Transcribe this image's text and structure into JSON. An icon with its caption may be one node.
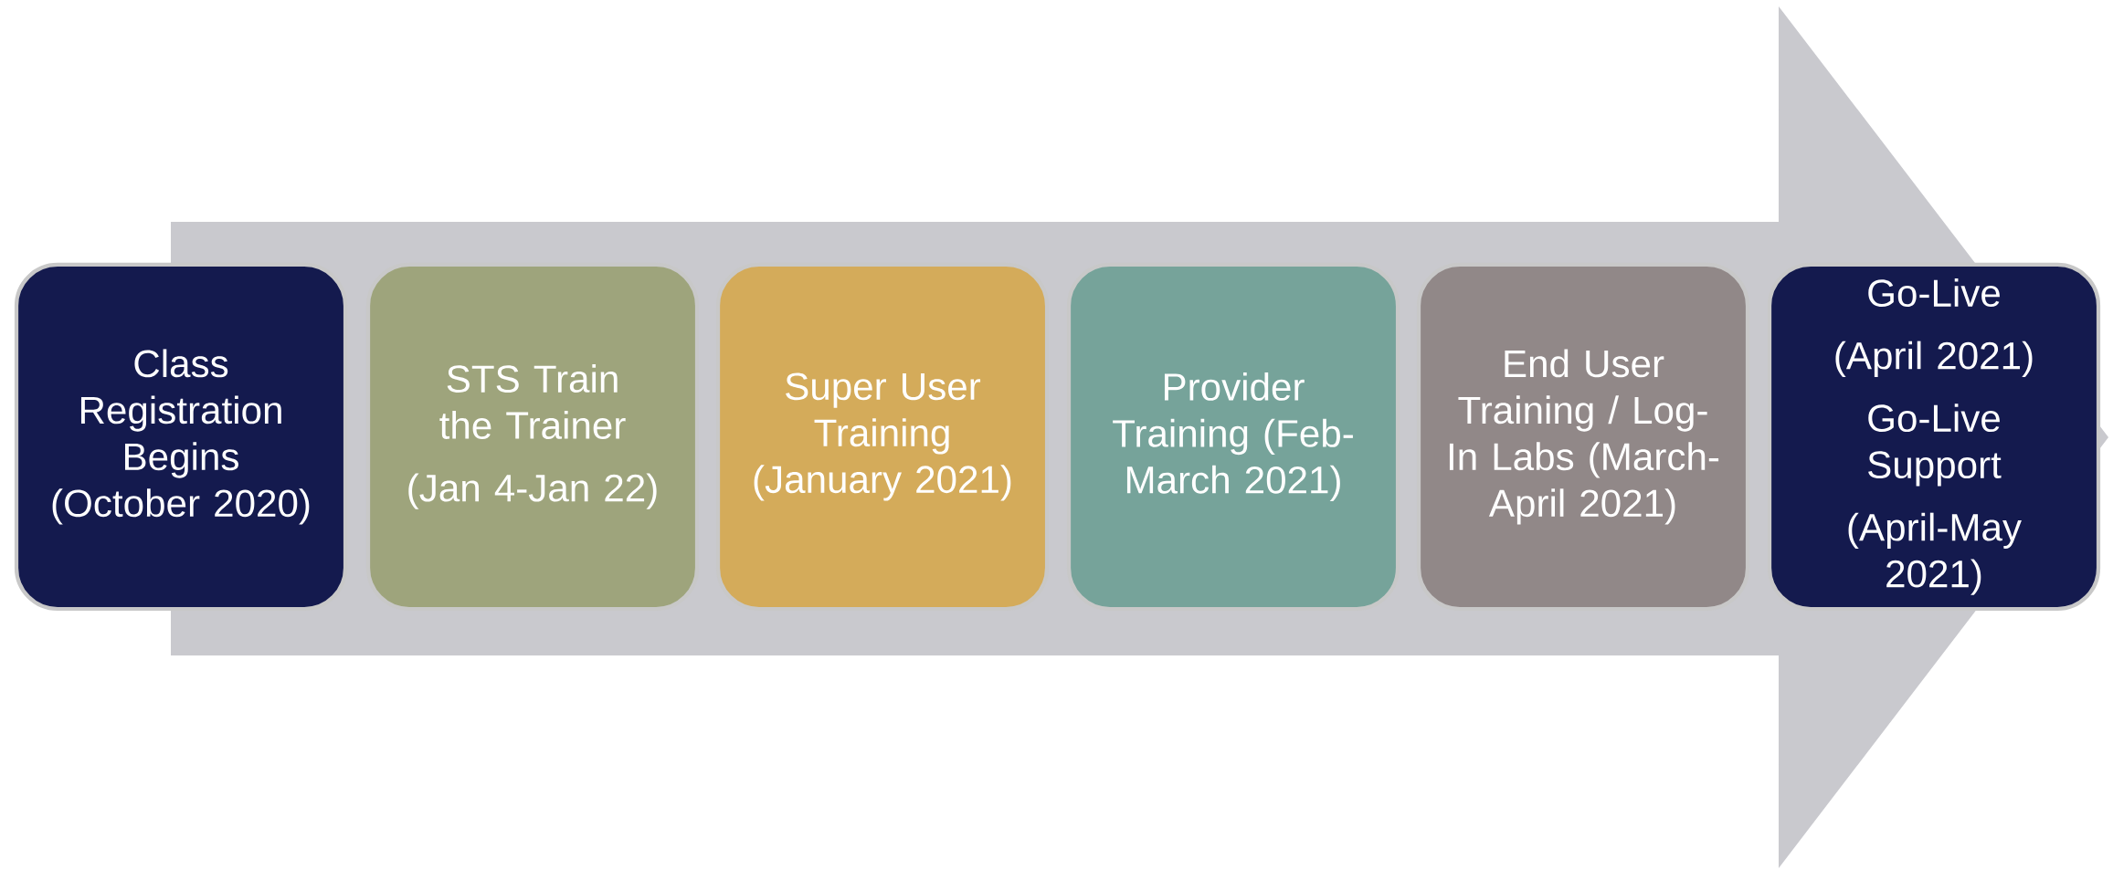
{
  "diagram": {
    "nodes": [
      {
        "text": [
          "Class Registration Begins (October 2020)"
        ]
      },
      {
        "text": [
          "STS Train the Trainer",
          "(Jan 4-Jan 22)"
        ]
      },
      {
        "text": [
          "Super User Training (January 2021)"
        ]
      },
      {
        "text": [
          "Provider Training (Feb-March 2021)"
        ]
      },
      {
        "text": [
          "End User Training / Log-In Labs (March-April 2021)"
        ]
      },
      {
        "text": [
          "Go-Live",
          "(April 2021)",
          "Go-Live Support",
          "(April-May 2021)"
        ]
      }
    ]
  }
}
